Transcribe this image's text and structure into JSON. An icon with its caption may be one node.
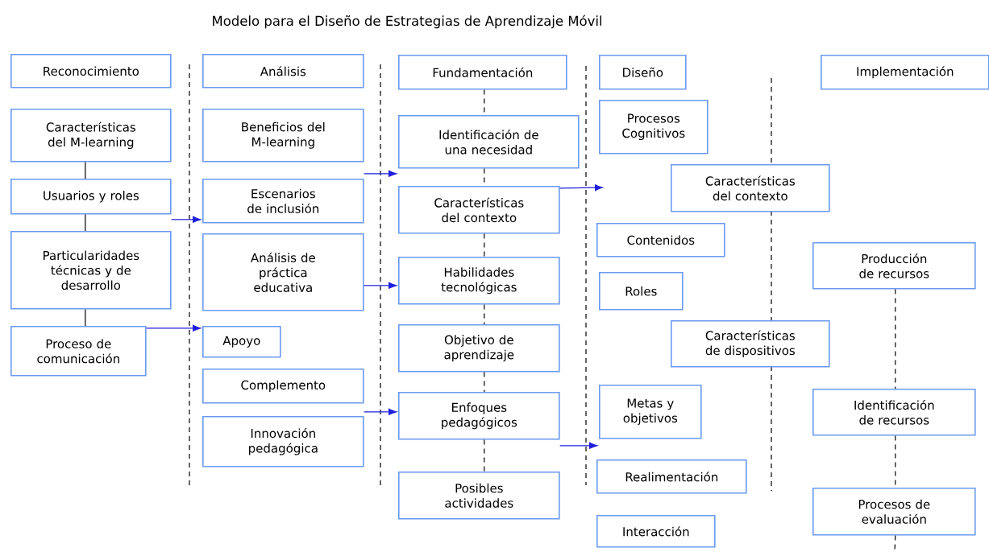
{
  "diagram": {
    "title": "Modelo para el Diseño de Estrategias de Aprendizaje Móvil",
    "nodes": [
      {
        "text": [
          "Reconocimiento"
        ]
      },
      {
        "text": [
          "Características del M-learning"
        ]
      },
      {
        "text": [
          "Usuarios y roles"
        ]
      },
      {
        "text": [
          "Particularidades técnicas y de desarrollo"
        ]
      },
      {
        "text": [
          "Proceso de comunicación"
        ]
      },
      {
        "text": [
          "Análisis"
        ]
      },
      {
        "text": [
          "Beneficios del M-learning"
        ]
      },
      {
        "text": [
          "Escenarios de inclusión"
        ]
      },
      {
        "text": [
          "Análisis de práctica educativa"
        ]
      },
      {
        "text": [
          "Apoyo"
        ]
      },
      {
        "text": [
          "Complemento"
        ]
      },
      {
        "text": [
          "Innovación pedagógica"
        ]
      },
      {
        "text": [
          "Fundamentación"
        ]
      },
      {
        "text": [
          "Identificación de una necesidad"
        ]
      },
      {
        "text": [
          "Características del contexto"
        ]
      },
      {
        "text": [
          "Habilidades tecnológicas"
        ]
      },
      {
        "text": [
          "Objetivo de aprendizaje"
        ]
      },
      {
        "text": [
          "Enfoques pedagógicos"
        ]
      },
      {
        "text": [
          "Posibles actividades"
        ]
      },
      {
        "text": [
          "Diseño"
        ]
      },
      {
        "text": [
          "Procesos Cognitivos"
        ]
      },
      {
        "text": [
          "Características del contexto"
        ]
      },
      {
        "text": [
          "Contenidos"
        ]
      },
      {
        "text": [
          "Roles"
        ]
      },
      {
        "text": [
          "Características de dispositivos"
        ]
      },
      {
        "text": [
          "Metas y objetivos"
        ]
      },
      {
        "text": [
          "Realimentación"
        ]
      },
      {
        "text": [
          "Interacción"
        ]
      },
      {
        "text": [
          "Implementación"
        ]
      },
      {
        "text": [
          "Producción de recursos"
        ]
      },
      {
        "text": [
          "Identificación de recursos"
        ]
      },
      {
        "text": [
          "Procesos de evaluación"
        ]
      }
    ],
    "edges": [
      {
        "from": 1,
        "to": 2,
        "arrow": "none"
      },
      {
        "from": 2,
        "to": 3,
        "arrow": "none"
      },
      {
        "from": 3,
        "to": 4,
        "arrow": "none"
      },
      {
        "from": 12,
        "to": 13,
        "arrow": "none",
        "style": "dashed"
      },
      {
        "from": 13,
        "to": 14,
        "arrow": "none",
        "style": "dashed"
      },
      {
        "from": 14,
        "to": 15,
        "arrow": "none",
        "style": "dashed"
      },
      {
        "from": 15,
        "to": 16,
        "arrow": "none",
        "style": "dashed"
      },
      {
        "from": 16,
        "to": 17,
        "arrow": "none",
        "style": "dashed"
      },
      {
        "from": 17,
        "to": 18,
        "arrow": "none",
        "style": "dashed"
      },
      {
        "from": 29,
        "to": 30,
        "arrow": "none",
        "style": "dashed"
      },
      {
        "from": 30,
        "to": 31,
        "arrow": "none",
        "style": "dashed"
      },
      {
        "from": 31,
        "to": null,
        "arrow": "none",
        "style": "dashed"
      },
      {
        "from": 2,
        "to": 7,
        "arrow": "to",
        "color": "#1f1fdd"
      },
      {
        "from": 4,
        "to": 9,
        "arrow": "to",
        "color": "#1f1fdd"
      },
      {
        "from": 7,
        "to": 13,
        "arrow": "to",
        "color": "#1f1fdd"
      },
      {
        "from": 8,
        "to": 15,
        "arrow": "to",
        "color": "#1f1fdd"
      },
      {
        "from": 11,
        "to": 17,
        "arrow": "to",
        "color": "#1f1fdd"
      },
      {
        "from": 14,
        "to": null,
        "arrow": "to",
        "color": "#1f1fdd"
      },
      {
        "from": 17,
        "to": 25,
        "arrow": "to",
        "color": "#1f1fdd"
      }
    ]
  }
}
